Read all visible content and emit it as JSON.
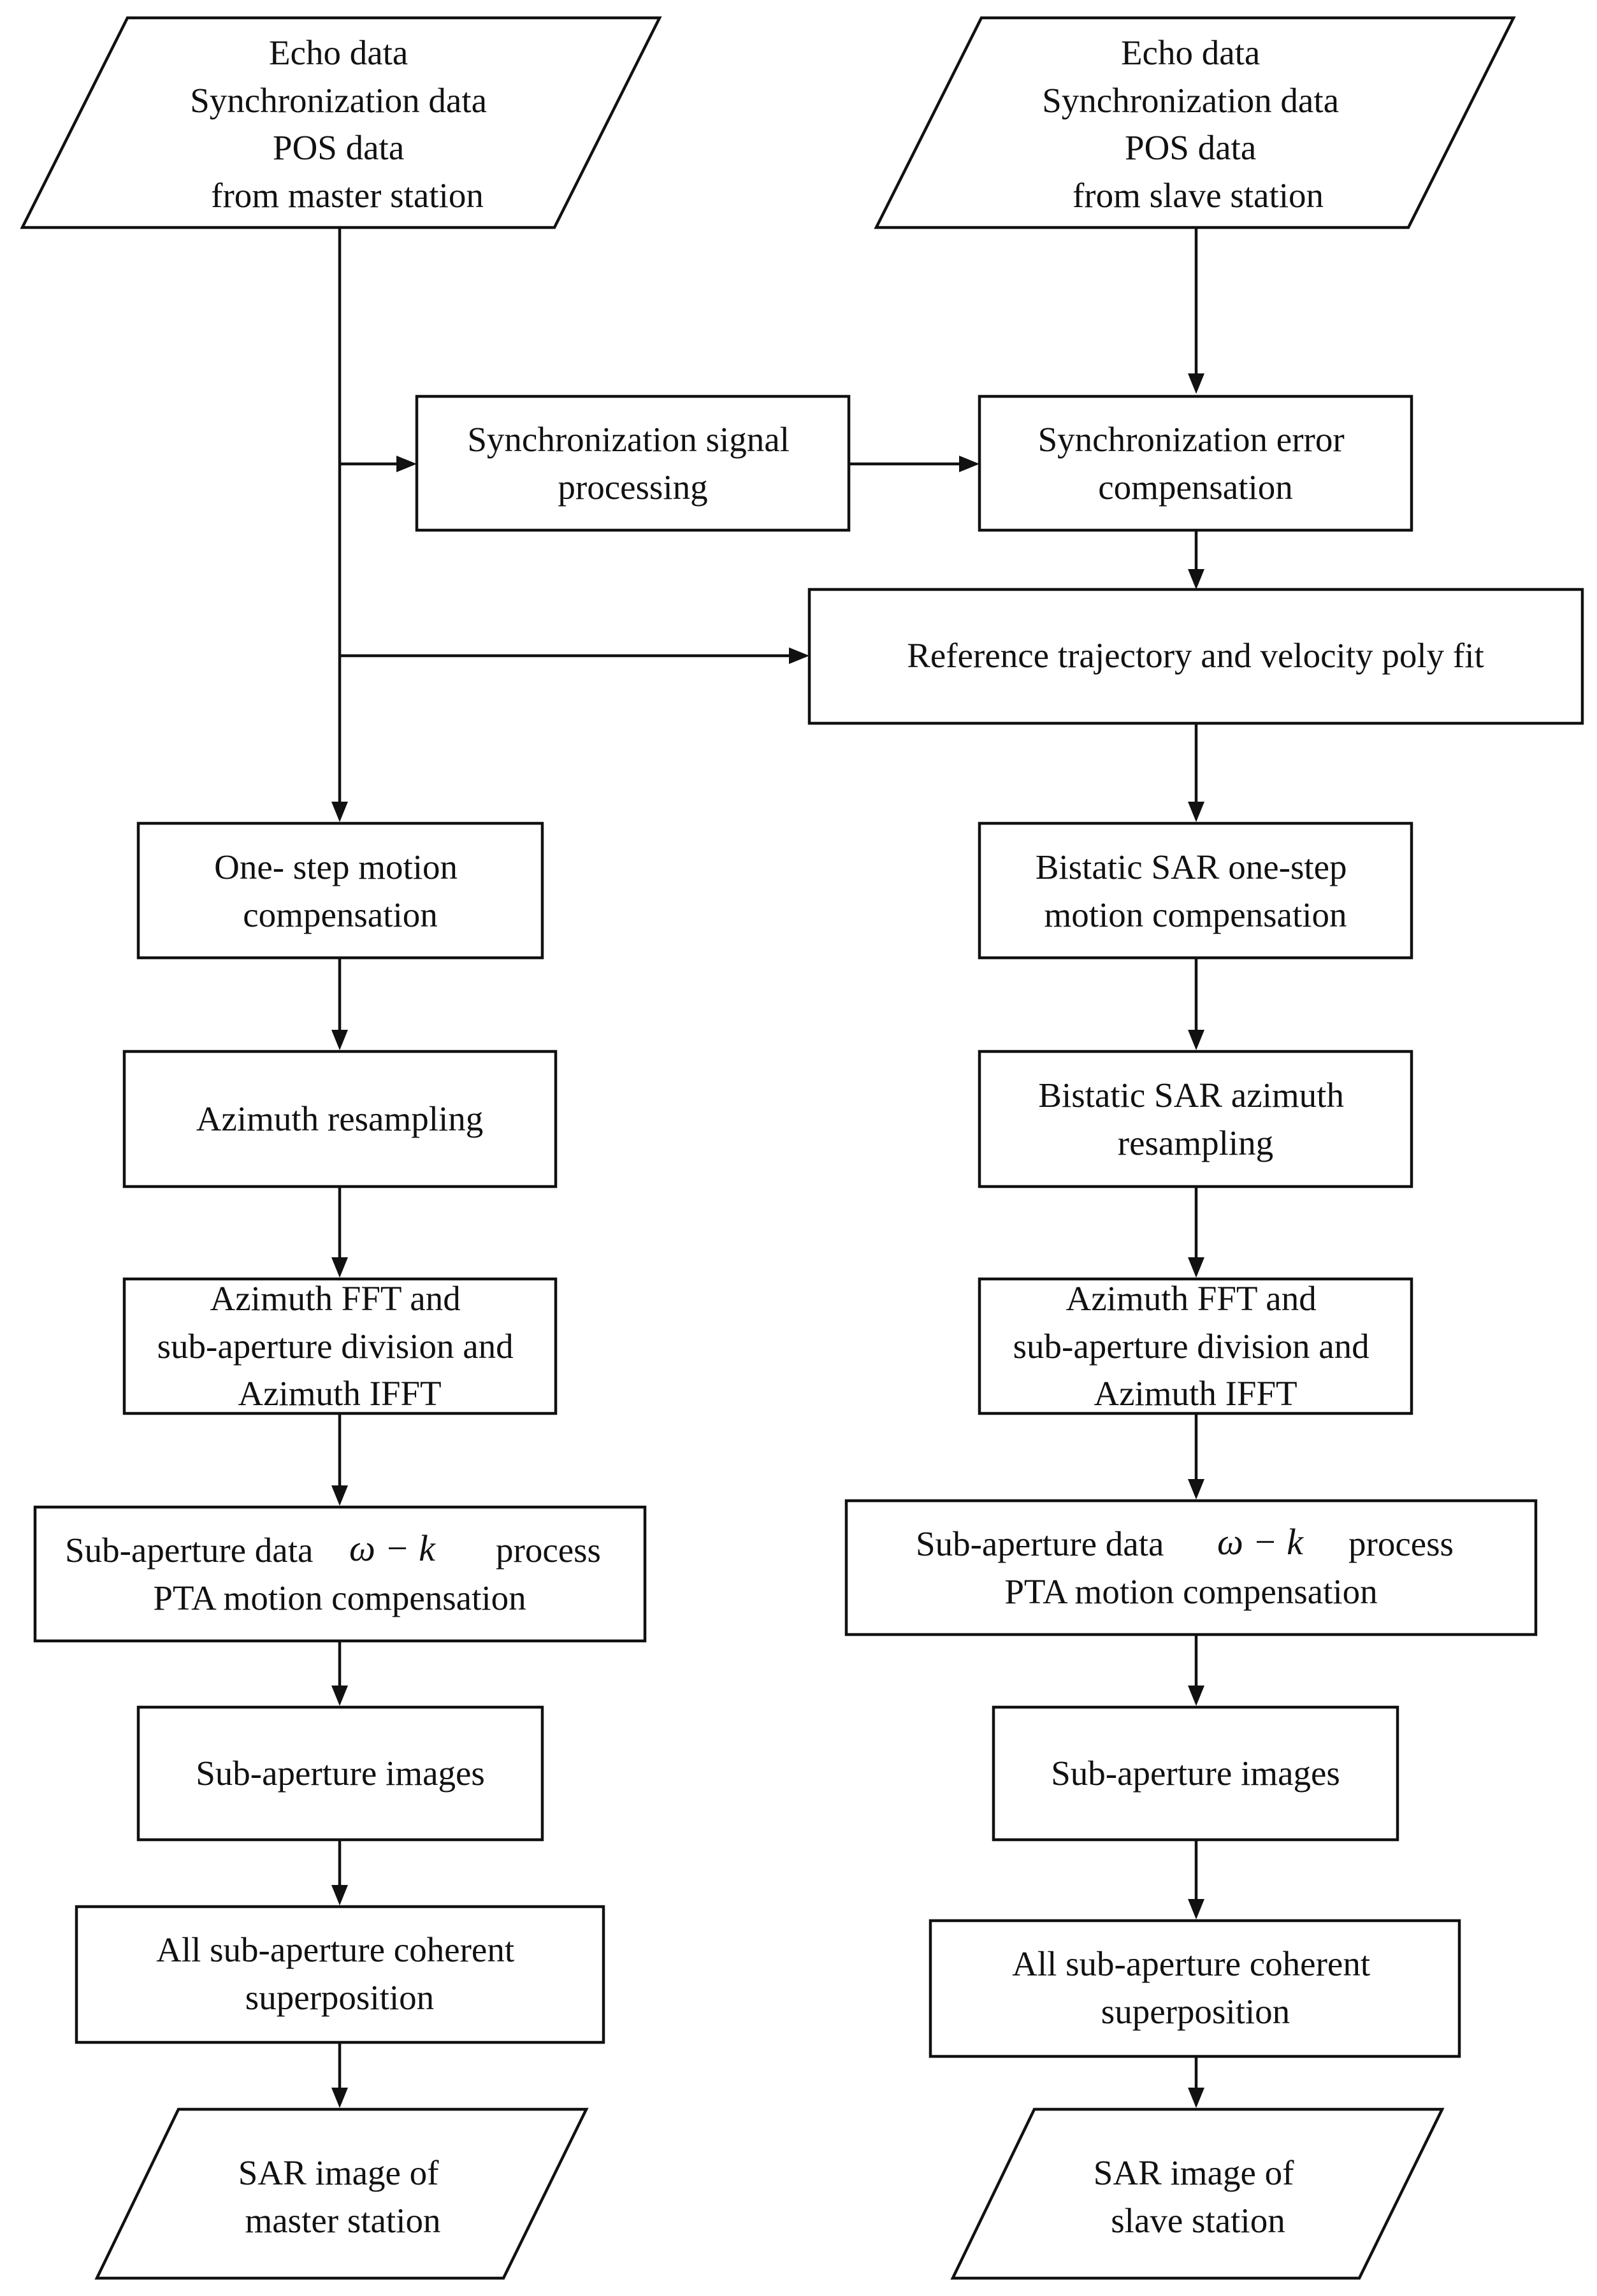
{
  "nodes": {
    "master_input": [
      "Echo data",
      "Synchronization data",
      "POS data",
      "from master station"
    ],
    "slave_input": [
      "Echo data",
      "Synchronization data",
      "POS data",
      "from slave station"
    ],
    "sync_signal": [
      "Synchronization signal",
      "processing"
    ],
    "sync_error": [
      "Synchronization error",
      "compensation"
    ],
    "ref_traj": [
      "Reference trajectory and velocity poly fit"
    ],
    "m_mocomp": [
      "One- step motion",
      "compensation"
    ],
    "s_mocomp": [
      "Bistatic SAR one-step",
      "motion compensation"
    ],
    "m_resamp": [
      "Azimuth resampling"
    ],
    "s_resamp": [
      "Bistatic SAR azimuth",
      "resampling"
    ],
    "m_fft": [
      "Azimuth FFT and",
      "sub-aperture division and",
      "Azimuth IFFT"
    ],
    "s_fft": [
      "Azimuth FFT and",
      "sub-aperture division and",
      "Azimuth IFFT"
    ],
    "m_wk": {
      "prefix": "Sub-aperture data",
      "math": "ω − k",
      "suffix": "process",
      "line2": "PTA motion compensation"
    },
    "s_wk": {
      "prefix": "Sub-aperture data",
      "math": "ω − k",
      "suffix": "process",
      "line2": "PTA motion compensation"
    },
    "m_subimg": [
      "Sub-aperture images"
    ],
    "s_subimg": [
      "Sub-aperture images"
    ],
    "m_coherent": [
      "All sub-aperture coherent",
      "superposition"
    ],
    "s_coherent": [
      "All sub-aperture coherent",
      "superposition"
    ],
    "m_output": [
      "SAR image of",
      "master station"
    ],
    "s_output": [
      "SAR image of",
      "slave station"
    ]
  }
}
